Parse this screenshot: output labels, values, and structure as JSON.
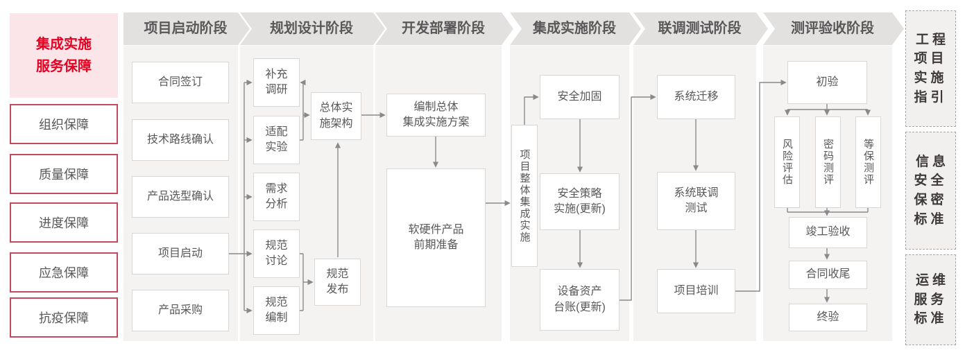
{
  "sidebar": {
    "title": "集成实施\n服务保障",
    "items": [
      {
        "label": "组织保障"
      },
      {
        "label": "质量保障"
      },
      {
        "label": "进度保障"
      },
      {
        "label": "应急保障"
      },
      {
        "label": "抗疫保障"
      }
    ]
  },
  "phases": [
    {
      "label": "项目启动阶段"
    },
    {
      "label": "规划设计阶段"
    },
    {
      "label": "开发部署阶段"
    },
    {
      "label": "集成实施阶段"
    },
    {
      "label": "联调测试阶段"
    },
    {
      "label": "测评验收阶段"
    }
  ],
  "nodes": {
    "contract_signing": "合同签订",
    "tech_route_confirm": "技术路线确认",
    "product_selection": "产品选型确认",
    "project_kickoff": "项目启动",
    "product_procurement": "产品采购",
    "supplement_research": "补充\n调研",
    "adaptation_test": "适配\n实验",
    "requirement_analysis": "需求\n分析",
    "spec_discussion": "规范\n讨论",
    "spec_compilation": "规范\n编制",
    "overall_architecture": "总体实\n施架构",
    "spec_release": "规范\n发布",
    "overall_plan": "编制总体\n集成实施方案",
    "product_preparation": "软硬件产品\n前期准备",
    "overall_integration": "项目整体集成实施",
    "security_hardening": "安全加固",
    "security_policy": "安全策略\n实施(更新)",
    "asset_ledger": "设备资产\n台账(更新)",
    "system_migration": "系统迁移",
    "joint_debug_test": "系统联调\n测试",
    "project_training": "项目培训",
    "initial_acceptance": "初验",
    "risk_assessment": "风险评估",
    "crypto_evaluation": "密码测评",
    "mlps_evaluation": "等保测评",
    "completion_acceptance": "竣工验收",
    "contract_closure": "合同收尾",
    "final_acceptance": "终验"
  },
  "right_panel": {
    "items": [
      {
        "label": "工程\n项目\n实施\n指引"
      },
      {
        "label": "信息\n安全\n保密\n标准"
      },
      {
        "label": "运维\n服务\n标准"
      }
    ]
  },
  "colors": {
    "accent_red": "#e60021",
    "accent_pink_bg": "#fbe5e8",
    "guarantee_border": "#c5495d",
    "banner_gray": "#e3e1e0",
    "panel_gray": "#f4f3f2",
    "node_border": "#d9d7d5",
    "text_gray": "#595757",
    "connector_gray": "#8a8888",
    "standards_text": "#3e3a39"
  }
}
